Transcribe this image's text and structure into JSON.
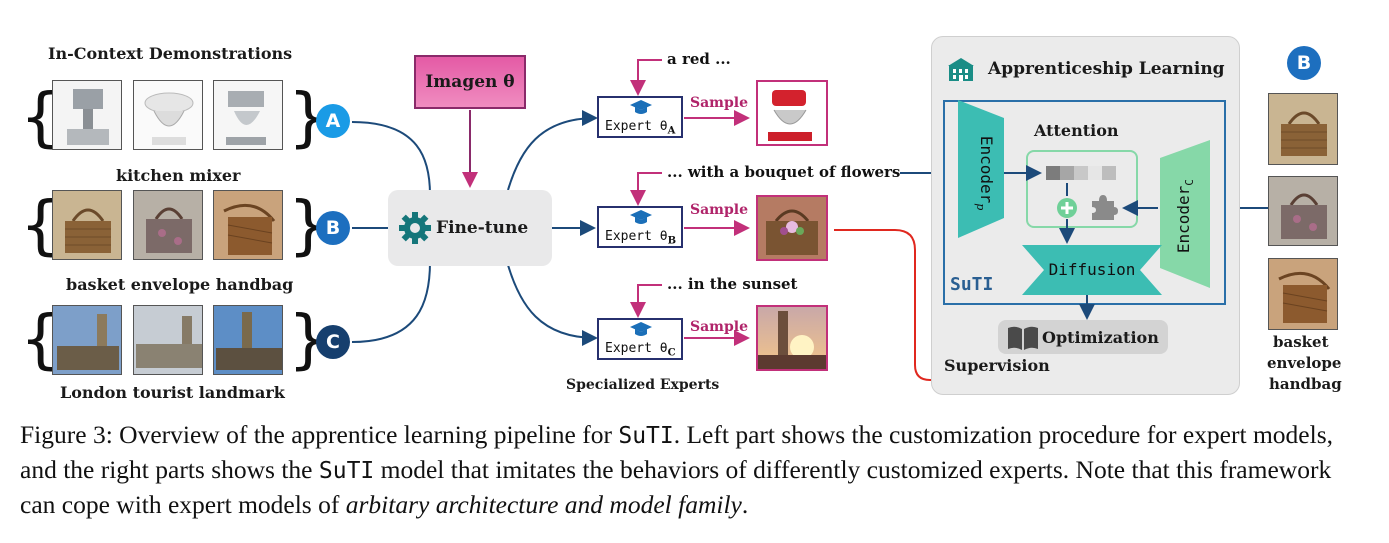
{
  "left": {
    "title": "In-Context Demonstrations",
    "rows": [
      {
        "badge": "A",
        "label": "kitchen mixer"
      },
      {
        "badge": "B",
        "label": "basket envelope handbag"
      },
      {
        "badge": "C",
        "label": "London tourist landmark"
      }
    ]
  },
  "imagen": {
    "label": "Imagen θ"
  },
  "finetune": {
    "label": "Fine-tune"
  },
  "experts": [
    {
      "prompt": "a red ...",
      "name": "Expert θ",
      "sub": "A",
      "sample": "Sample"
    },
    {
      "prompt": "... with a bouquet of flowers",
      "name": "Expert θ",
      "sub": "B",
      "sample": "Sample"
    },
    {
      "prompt": "... in the sunset",
      "name": "Expert θ",
      "sub": "C",
      "sample": "Sample"
    }
  ],
  "specialized_label": "Specialized Experts",
  "apprenticeship": {
    "title": "Apprenticeship Learning",
    "encoder_p": "Encoder",
    "encoder_p_sub": "p",
    "attention": "Attention",
    "encoder_c": "Encoder",
    "encoder_c_sub": "C",
    "diffusion": "Diffusion",
    "suti": "SuTI",
    "optimization": "Optimization",
    "supervision": "Supervision"
  },
  "right": {
    "badge": "B",
    "label_line1": "basket",
    "label_line2": "envelope",
    "label_line3": "handbag"
  },
  "caption": {
    "fig": "Figure 3:",
    "t1": " Overview of the apprentice learning pipeline for ",
    "suti1": "SuTI",
    "t2": ". Left part shows the customization procedure for expert models, and the right parts shows the ",
    "suti2": "SuTI",
    "t3": " model that imitates the behaviors of differently customized experts. Note that this framework can cope with expert models of ",
    "italic": "arbitary architecture and model family",
    "t4": "."
  },
  "colors": {
    "badge_a": "#1a9be6",
    "badge_b": "#1d6fbf",
    "badge_c": "#163f6e",
    "navy": "#1c4a7a",
    "magenta": "#c2307a",
    "red": "#e0281f",
    "teal": "#3cbdb3",
    "green": "#6fd098"
  }
}
